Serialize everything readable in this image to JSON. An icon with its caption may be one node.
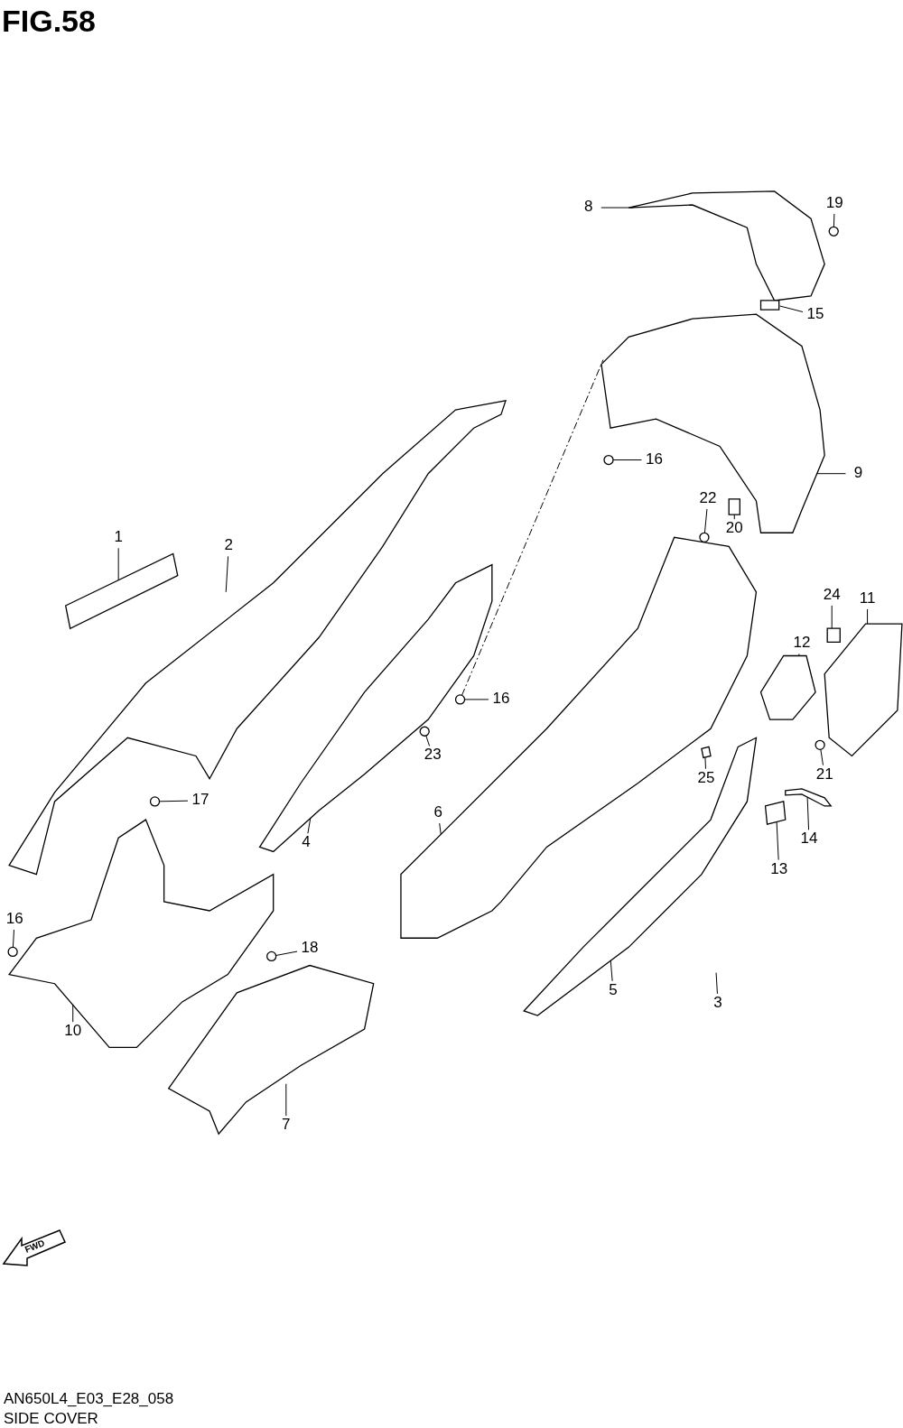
{
  "diagram": {
    "title": "FIG.58",
    "nodes": [
      {
        "text": [
          "8"
        ]
      },
      {
        "text": [
          "19"
        ]
      },
      {
        "text": [
          "15"
        ]
      },
      {
        "text": [
          "9"
        ]
      },
      {
        "text": [
          "16"
        ]
      },
      {
        "text": [
          "22"
        ]
      },
      {
        "text": [
          "20"
        ]
      },
      {
        "text": [
          "1"
        ]
      },
      {
        "text": [
          "2"
        ]
      },
      {
        "text": [
          "24"
        ]
      },
      {
        "text": [
          "11"
        ]
      },
      {
        "text": [
          "12"
        ]
      },
      {
        "text": [
          "16"
        ]
      },
      {
        "text": [
          "23"
        ]
      },
      {
        "text": [
          "21"
        ]
      },
      {
        "text": [
          "25"
        ]
      },
      {
        "text": [
          "17"
        ]
      },
      {
        "text": [
          "4"
        ]
      },
      {
        "text": [
          "6"
        ]
      },
      {
        "text": [
          "14"
        ]
      },
      {
        "text": [
          "13"
        ]
      },
      {
        "text": [
          "16"
        ]
      },
      {
        "text": [
          "18"
        ]
      },
      {
        "text": [
          "10"
        ]
      },
      {
        "text": [
          "5"
        ]
      },
      {
        "text": [
          "3"
        ]
      },
      {
        "text": [
          "7"
        ]
      },
      {
        "text": [],
        "shape": "box"
      },
      {
        "text": [],
        "shape": "picture"
      },
      {
        "text": [],
        "shape": "picture"
      },
      {
        "text": [],
        "shape": "picture"
      },
      {
        "text": [],
        "shape": "picture"
      },
      {
        "text": [],
        "shape": "picture"
      },
      {
        "text": [],
        "shape": "picture"
      },
      {
        "text": [],
        "shape": "picture"
      },
      {
        "text": [],
        "shape": "picture"
      },
      {
        "text": [],
        "shape": "picture"
      },
      {
        "text": [],
        "shape": "picture"
      },
      {
        "text": [],
        "shape": "box"
      },
      {
        "text": [],
        "shape": "picture"
      },
      {
        "text": [],
        "shape": "box"
      },
      {
        "text": [],
        "shape": "box"
      },
      {
        "text": [],
        "shape": "box"
      },
      {
        "text": [],
        "shape": "picture"
      },
      {
        "text": [],
        "shape": "circle"
      },
      {
        "text": [],
        "shape": "circle"
      },
      {
        "text": [],
        "shape": "circle"
      },
      {
        "text": [],
        "shape": "circle"
      },
      {
        "text": [],
        "shape": "circle"
      },
      {
        "text": [],
        "shape": "circle"
      },
      {
        "text": [],
        "shape": "circle"
      },
      {
        "text": [],
        "shape": "circle"
      },
      {
        "text": [],
        "shape": "circle"
      }
    ],
    "edges": [
      {
        "from": 0,
        "to": 29,
        "arrow": "none"
      },
      {
        "from": 1,
        "to": 44,
        "arrow": "none"
      },
      {
        "from": 2,
        "to": 42,
        "arrow": "none"
      },
      {
        "from": 3,
        "to": 30,
        "arrow": "none"
      },
      {
        "from": 4,
        "to": 45,
        "arrow": "none"
      },
      {
        "from": 5,
        "to": 51,
        "arrow": "none"
      },
      {
        "from": 6,
        "to": 43,
        "arrow": "none"
      },
      {
        "from": 7,
        "to": 27,
        "arrow": "none"
      },
      {
        "from": 8,
        "to": 28,
        "arrow": "none"
      },
      {
        "from": 9,
        "to": 40,
        "arrow": "none"
      },
      {
        "from": 10,
        "to": 36,
        "arrow": "none"
      },
      {
        "from": 11,
        "to": 37,
        "arrow": "none"
      },
      {
        "from": 12,
        "to": 46,
        "arrow": "none"
      },
      {
        "from": 13,
        "to": 52,
        "arrow": "none"
      },
      {
        "from": 14,
        "to": 50,
        "arrow": "none"
      },
      {
        "from": 15,
        "to": 41,
        "arrow": "none"
      },
      {
        "from": 16,
        "to": 48,
        "arrow": "none"
      },
      {
        "from": 17,
        "to": 31,
        "arrow": "none"
      },
      {
        "from": 18,
        "to": 32,
        "arrow": "none"
      },
      {
        "from": 19,
        "to": 39,
        "arrow": "none"
      },
      {
        "from": 20,
        "to": 38,
        "arrow": "none"
      },
      {
        "from": 21,
        "to": 47,
        "arrow": "none"
      },
      {
        "from": 22,
        "to": 49,
        "arrow": "none"
      },
      {
        "from": 23,
        "to": 33,
        "arrow": "none"
      },
      {
        "from": 24,
        "to": 35,
        "arrow": "none"
      },
      {
        "from": 25,
        "to": null,
        "arrow": "none"
      },
      {
        "from": 26,
        "to": 34,
        "arrow": "none"
      },
      {
        "from": 46,
        "to": 30,
        "arrow": "none",
        "style": "dashed"
      }
    ],
    "labels": [
      "FWD",
      "AN650L4_E03_E28_058",
      "SIDE COVER"
    ]
  }
}
